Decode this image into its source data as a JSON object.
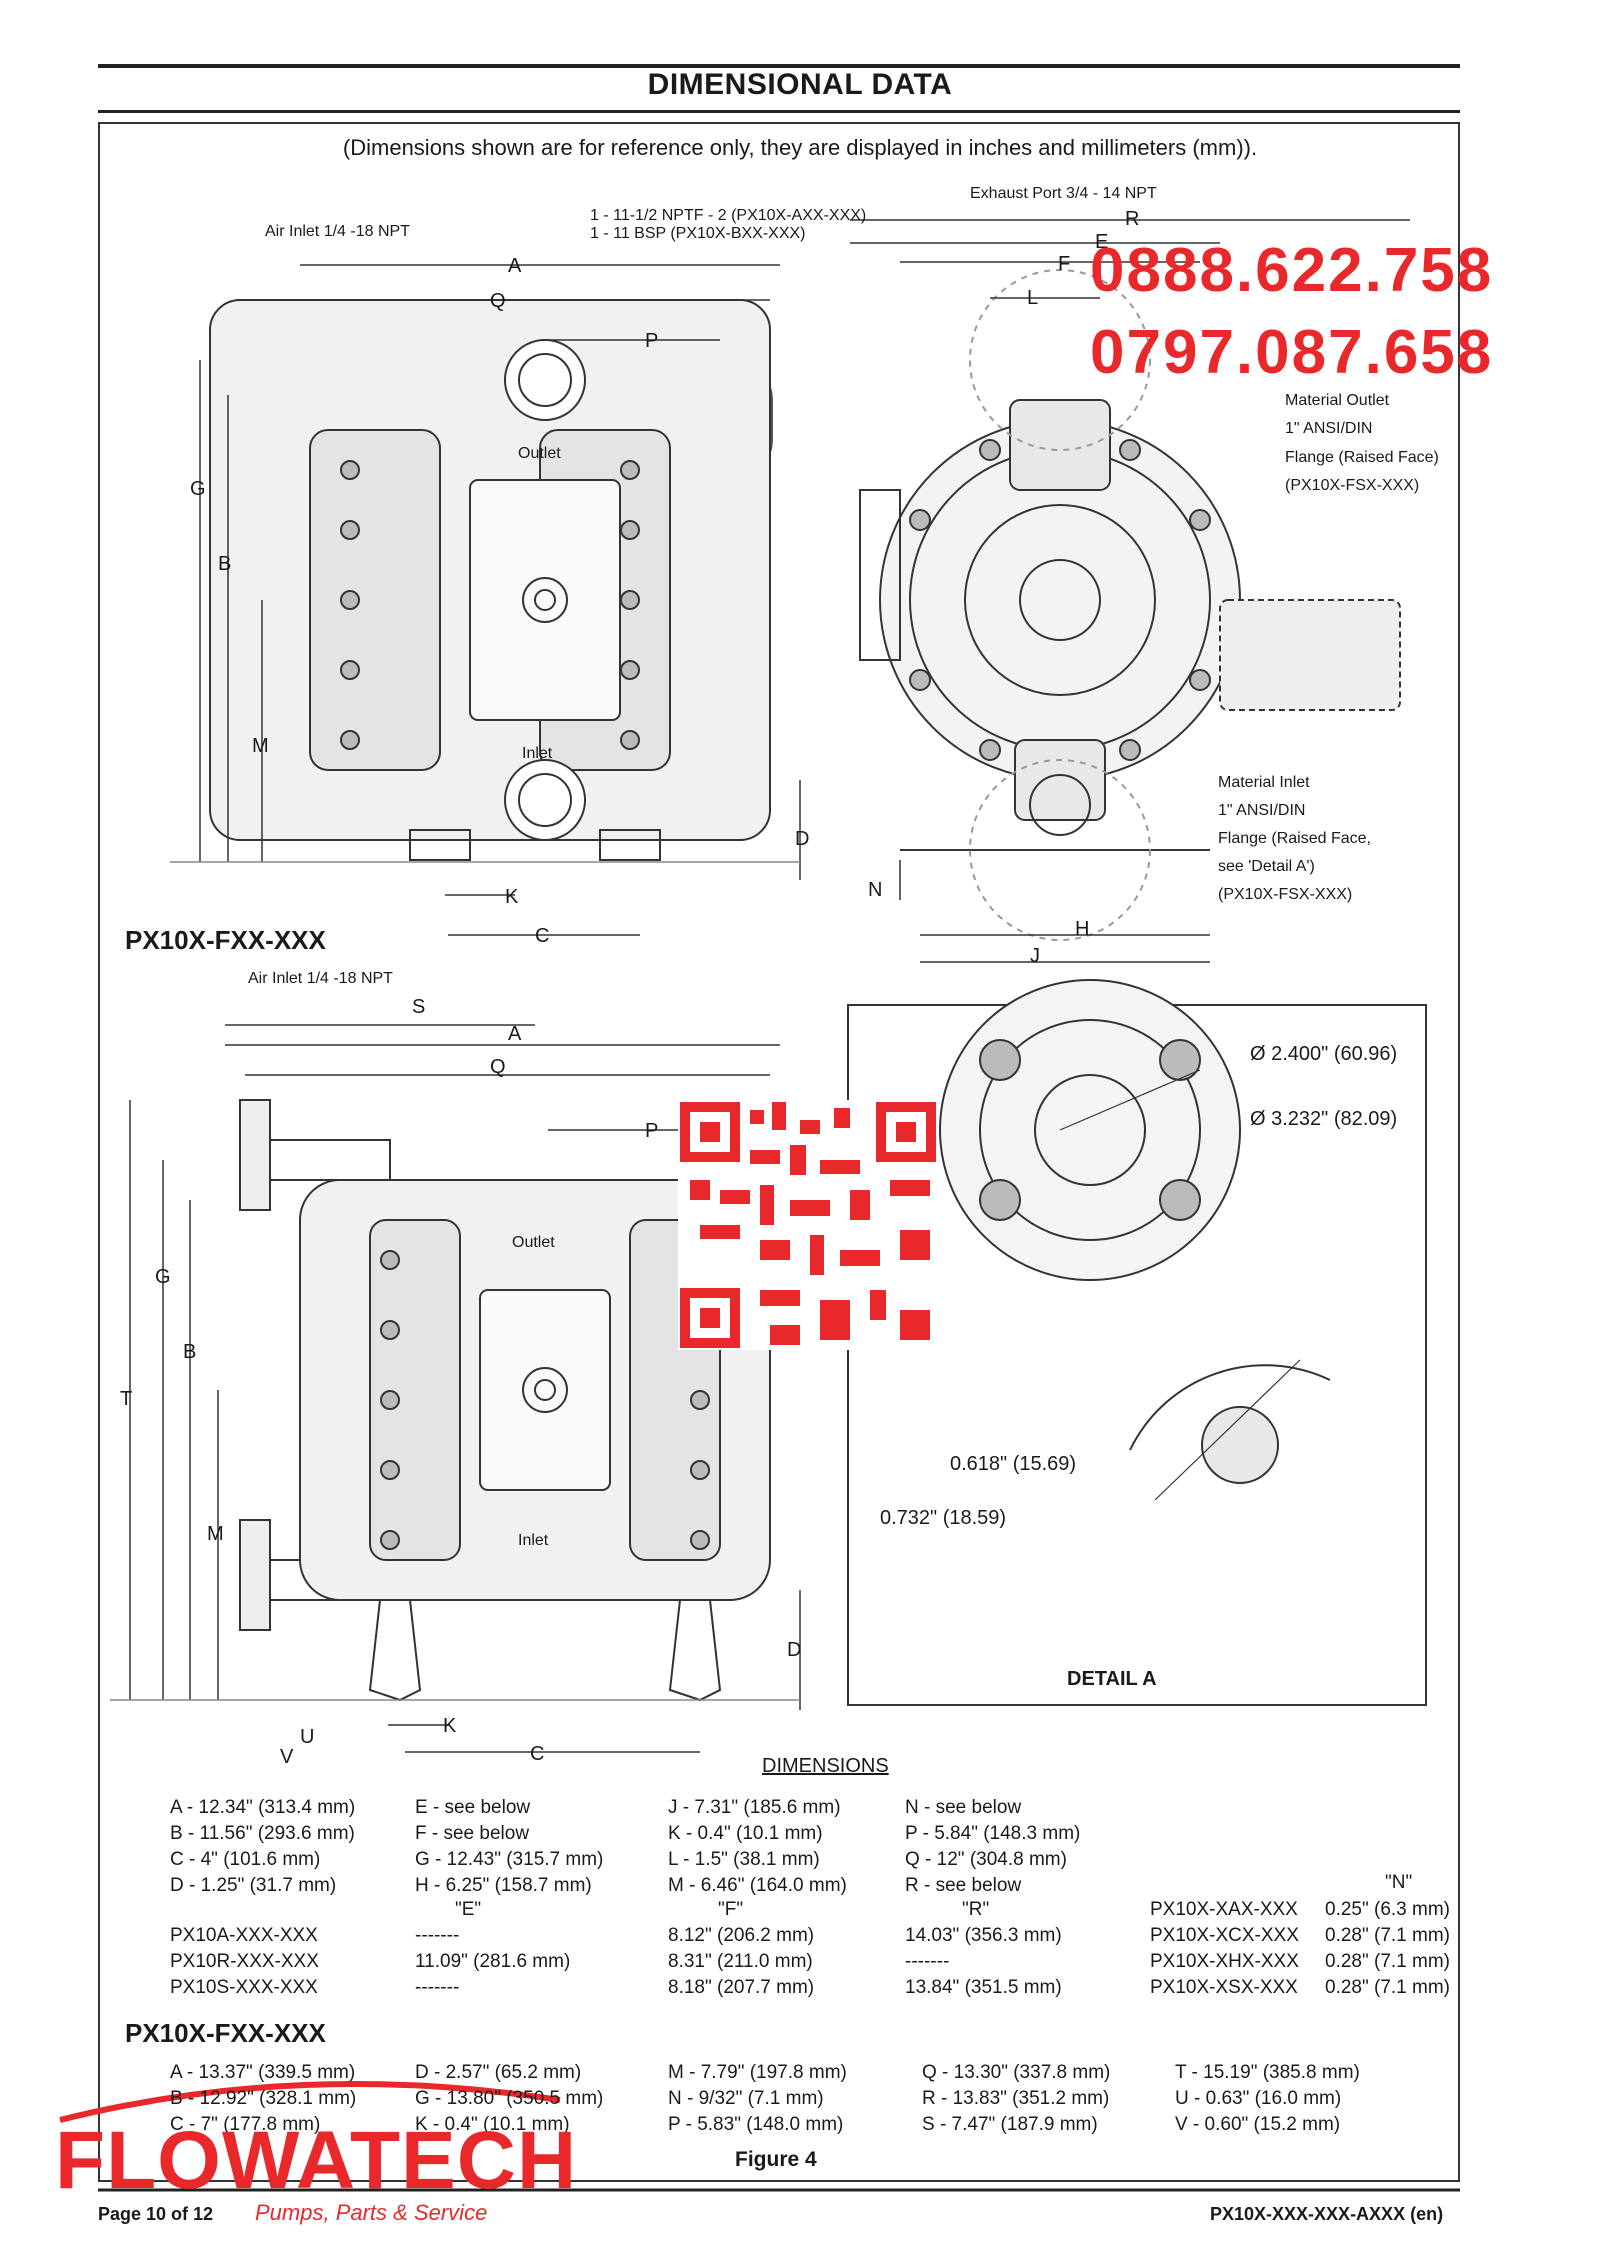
{
  "header": {
    "title": "DIMENSIONAL DATA",
    "subtitle": "(Dimensions shown are for reference only, they are displayed in inches and millimeters (mm))."
  },
  "phones": [
    "0888.622.758",
    "0797.087.658"
  ],
  "top_view": {
    "air_inlet": "Air Inlet 1/4 -18 NPT",
    "thread_1": "1 - 11-1/2 NPTF - 2 (PX10X-AXX-XXX)",
    "thread_2": "1 - 11 BSP (PX10X-BXX-XXX)",
    "outlet": "Outlet",
    "inlet": "Inlet",
    "model": "PX10X-FXX-XXX",
    "letters": {
      "A": "A",
      "Q": "Q",
      "P": "P",
      "G": "G",
      "B": "B",
      "M": "M",
      "D": "D",
      "K": "K",
      "C": "C"
    }
  },
  "side_view": {
    "exhaust": "Exhaust Port 3/4 - 14 NPT",
    "material_outlet": [
      "Material Outlet",
      "1\" ANSI/DIN",
      "Flange (Raised Face)",
      "(PX10X-FSX-XXX)"
    ],
    "material_inlet": [
      "Material Inlet",
      "1\" ANSI/DIN",
      "Flange (Raised Face,",
      "see 'Detail A')",
      "(PX10X-FSX-XXX)"
    ],
    "letters": {
      "R": "R",
      "E": "E",
      "F": "F",
      "L": "L",
      "N": "N",
      "H": "H",
      "J": "J"
    }
  },
  "bottom_view": {
    "air_inlet": "Air Inlet 1/4 -18 NPT",
    "outlet": "Outlet",
    "inlet": "Inlet",
    "letters": {
      "S": "S",
      "A": "A",
      "Q": "Q",
      "P": "P",
      "G": "G",
      "B": "B",
      "T": "T",
      "M": "M",
      "D": "D",
      "K": "K",
      "U": "U",
      "V": "V",
      "C": "C"
    }
  },
  "detail": {
    "title": "DETAIL A",
    "d1": "Ø 2.400\" (60.96)",
    "d2": "Ø 3.232\" (82.09)",
    "d3": "0.618\" (15.69)",
    "d4": "0.732\" (18.59)"
  },
  "dimensions": {
    "title": "DIMENSIONS",
    "columns": [
      [
        "A - 12.34\" (313.4 mm)",
        "B - 11.56\" (293.6 mm)",
        "C - 4\" (101.6 mm)",
        "D - 1.25\" (31.7 mm)"
      ],
      [
        "E - see below",
        "F - see below",
        "G - 12.43\" (315.7 mm)",
        "H - 6.25\" (158.7 mm)"
      ],
      [
        "J - 7.31\" (185.6 mm)",
        "K - 0.4\" (10.1 mm)",
        "L - 1.5\" (38.1 mm)",
        "M - 6.46\" (164.0 mm)"
      ],
      [
        "N - see below",
        "P - 5.84\" (148.3 mm)",
        "Q - 12\" (304.8 mm)",
        "R - see below"
      ]
    ],
    "efr_headers": [
      "\"E\"",
      "\"F\"",
      "\"R\""
    ],
    "efr_rows": [
      [
        "PX10A-XXX-XXX",
        "-------",
        "8.12\" (206.2 mm)",
        "14.03\" (356.3 mm)"
      ],
      [
        "PX10R-XXX-XXX",
        "11.09\" (281.6 mm)",
        "8.31\" (211.0 mm)",
        "-------"
      ],
      [
        "PX10S-XXX-XXX",
        "-------",
        "8.18\" (207.7 mm)",
        "13.84\" (351.5 mm)"
      ]
    ],
    "n_header": "\"N\"",
    "n_rows": [
      [
        "PX10X-XAX-XXX",
        "0.25\" (6.3 mm)"
      ],
      [
        "PX10X-XCX-XXX",
        "0.28\" (7.1 mm)"
      ],
      [
        "PX10X-XHX-XXX",
        "0.28\" (7.1 mm)"
      ],
      [
        "PX10X-XSX-XXX",
        "0.28\" (7.1 mm)"
      ]
    ],
    "fxx_title": "PX10X-FXX-XXX",
    "fxx_columns": [
      [
        "A - 13.37\" (339.5 mm)",
        "B - 12.92\" (328.1 mm)",
        "C - 7\" (177.8 mm)"
      ],
      [
        "D - 2.57\" (65.2 mm)",
        "G - 13.80\" (350.5 mm)",
        "K - 0.4\" (10.1 mm)"
      ],
      [
        "M - 7.79\" (197.8 mm)",
        "N - 9/32\" (7.1 mm)",
        "P - 5.83\" (148.0 mm)"
      ],
      [
        "Q - 13.30\" (337.8 mm)",
        "R - 13.83\" (351.2 mm)",
        "S - 7.47\" (187.9 mm)"
      ],
      [
        "T - 15.19\" (385.8 mm)",
        "U - 0.63\" (16.0 mm)",
        "V - 0.60\" (15.2 mm)"
      ]
    ]
  },
  "figure": "Figure 4",
  "brand": {
    "name": "FLOWATECH",
    "tagline": "Pumps, Parts & Service"
  },
  "footer": {
    "page": "Page 10 of 12",
    "doc": "PX10X-XXX-XXX-AXXX (en)"
  },
  "colors": {
    "brand_red": "#e8282b",
    "line": "#333333"
  }
}
